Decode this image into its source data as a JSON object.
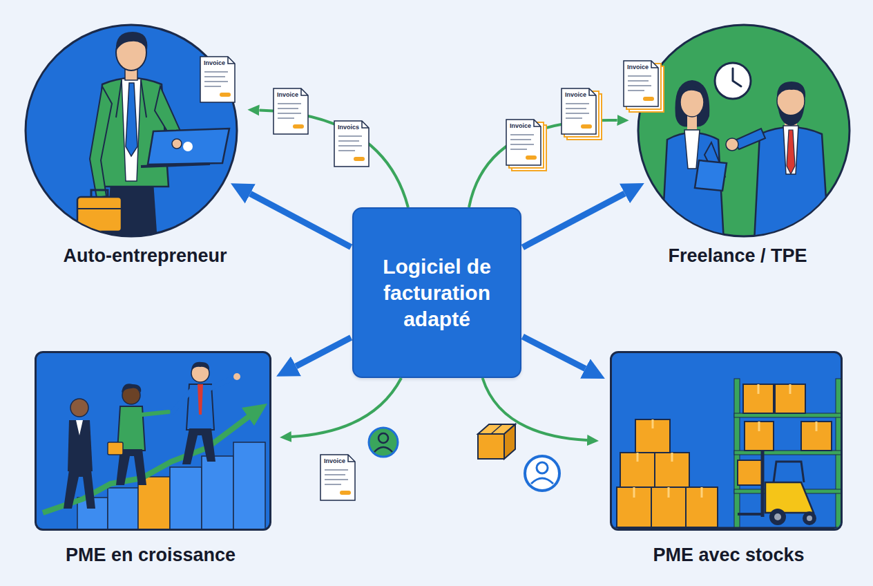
{
  "diagram": {
    "nodes": [
      {
        "text": [
          "Auto-entrepreneur"
        ]
      },
      {
        "text": [
          "Freelance / TPE"
        ]
      },
      {
        "text": [
          "Logiciel de facturation adapté"
        ]
      },
      {
        "text": [
          "PME en croissance"
        ]
      },
      {
        "text": [
          "PME avec stocks"
        ]
      }
    ],
    "edges": [
      {
        "from": 2,
        "to": 0,
        "arrow": "to"
      },
      {
        "from": 2,
        "to": 1,
        "arrow": "to"
      },
      {
        "from": 2,
        "to": 3,
        "arrow": "to"
      },
      {
        "from": 2,
        "to": 4,
        "arrow": "to"
      },
      {
        "from": 2,
        "to": 0,
        "arrow": "to"
      },
      {
        "from": 2,
        "to": 1,
        "arrow": "to"
      },
      {
        "from": 2,
        "to": 3,
        "arrow": "to"
      },
      {
        "from": 2,
        "to": 4,
        "arrow": "to"
      }
    ],
    "labels": [
      "Invoice",
      "Invoice",
      "Invoics",
      "Invoice",
      "Invoice",
      "Invoice",
      "Invoice"
    ]
  }
}
